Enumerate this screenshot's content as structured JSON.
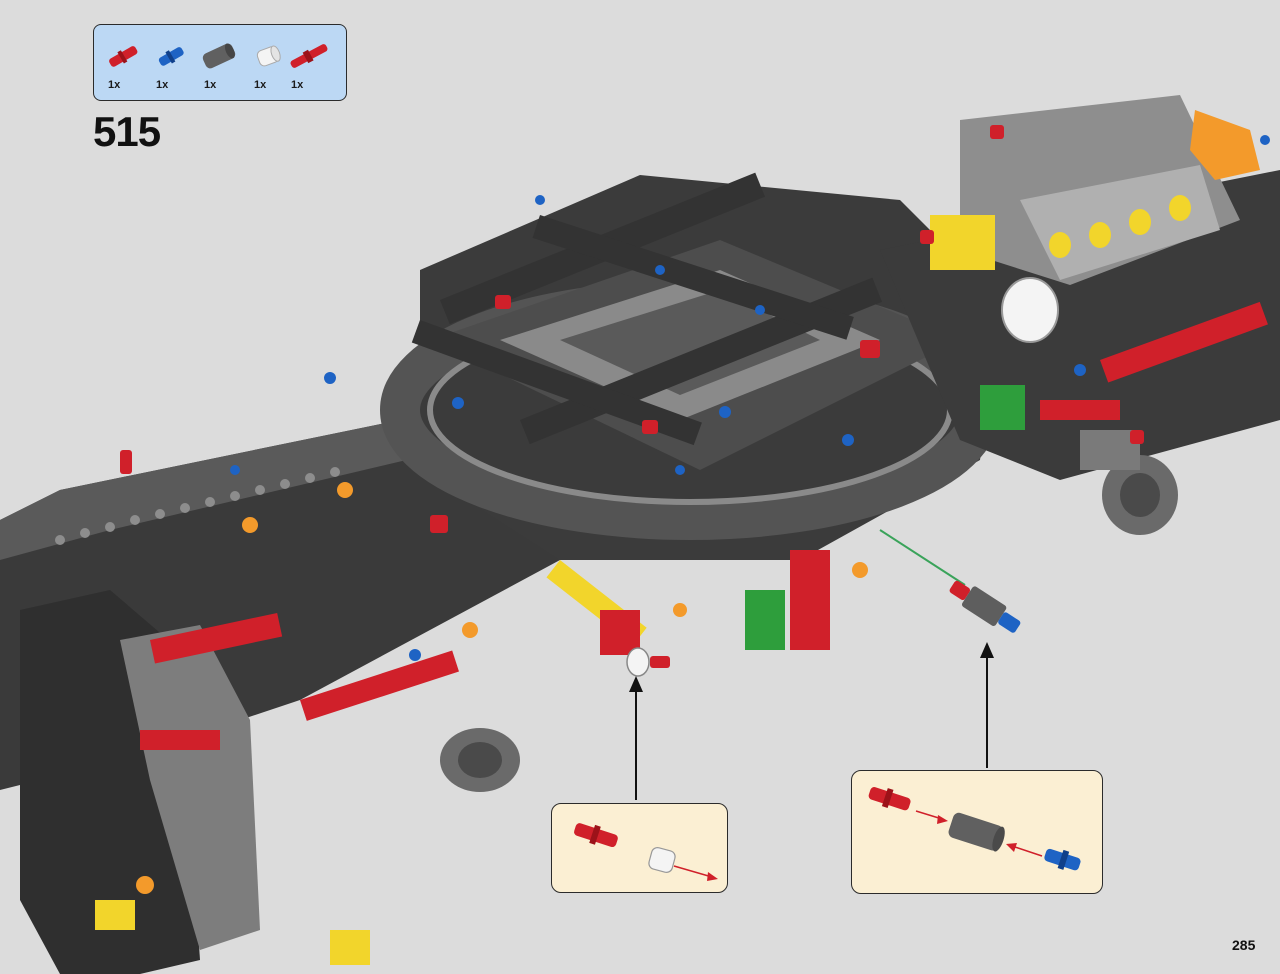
{
  "step": {
    "number": "515"
  },
  "parts_list": [
    {
      "qty": "1x",
      "name": "red-axle-pin-icon",
      "color": "#d0202a"
    },
    {
      "qty": "1x",
      "name": "blue-axle-pin-icon",
      "color": "#1e63c4"
    },
    {
      "qty": "1x",
      "name": "dark-gray-connector-icon",
      "color": "#606060"
    },
    {
      "qty": "1x",
      "name": "white-bush-icon",
      "color": "#f4f4f4"
    },
    {
      "qty": "1x",
      "name": "red-axle-connector-icon",
      "color": "#d0202a"
    }
  ],
  "page": {
    "number": "285"
  },
  "colors": {
    "background": "#dcdcdc",
    "parts_box": "#bcd8f4",
    "callout": "#fbefd3",
    "beam_dark": "#3c3c3c",
    "beam_light": "#9a9a9a",
    "accent_red": "#d0202a",
    "accent_yellow": "#f2d52b",
    "accent_green": "#2e9e3c",
    "accent_blue": "#1e63c4",
    "pointer_green": "#3aa35a"
  }
}
